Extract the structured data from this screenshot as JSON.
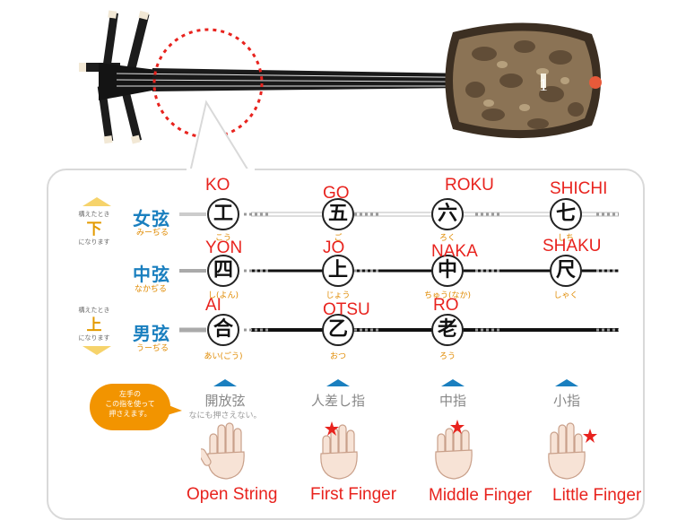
{
  "strings": [
    {
      "kanji": "女弦",
      "reading": "みーぢる"
    },
    {
      "kanji": "中弦",
      "reading": "なかぢる"
    },
    {
      "kanji": "男弦",
      "reading": "うーぢる"
    }
  ],
  "side_top": {
    "line1": "構えたとき",
    "big": "下",
    "line2": "になります"
  },
  "side_bottom": {
    "line1": "構えたとき",
    "big": "上",
    "line2": "になります"
  },
  "notes": [
    {
      "char": "工",
      "romaji": "KO",
      "reading": "こう"
    },
    {
      "char": "五",
      "romaji": "GO",
      "reading": "ご"
    },
    {
      "char": "六",
      "romaji": "ROKU",
      "reading": "ろく"
    },
    {
      "char": "七",
      "romaji": "SHICHI",
      "reading": "しち"
    },
    {
      "char": "四",
      "romaji": "YON",
      "reading": "し(よん)"
    },
    {
      "char": "上",
      "romaji": "JO",
      "reading": "じょう"
    },
    {
      "char": "中",
      "romaji": "NAKA",
      "reading": "ちゅう(なか)"
    },
    {
      "char": "尺",
      "romaji": "SHAKU",
      "reading": "しゃく"
    },
    {
      "char": "合",
      "romaji": "AI",
      "reading": "あい(ごう)"
    },
    {
      "char": "乙",
      "romaji": "OTSU",
      "reading": "おつ"
    },
    {
      "char": "老",
      "romaji": "RO",
      "reading": "ろう"
    }
  ],
  "bubble_text": [
    "左手の",
    "この指を使って",
    "押さえます。"
  ],
  "fingers": [
    {
      "label": "開放弦",
      "sub": "なにも押さえない。",
      "caption": "Open String"
    },
    {
      "label": "人差し指",
      "sub": "",
      "caption": "First Finger"
    },
    {
      "label": "中指",
      "sub": "",
      "caption": "Middle Finger"
    },
    {
      "label": "小指",
      "sub": "",
      "caption": "Little Finger"
    }
  ],
  "instrument_mark": "1",
  "colors": {
    "accent_red": "#e8231e",
    "label_blue": "#1a7fbf",
    "reading_orange": "#e08a00",
    "bubble_orange": "#f29400"
  }
}
